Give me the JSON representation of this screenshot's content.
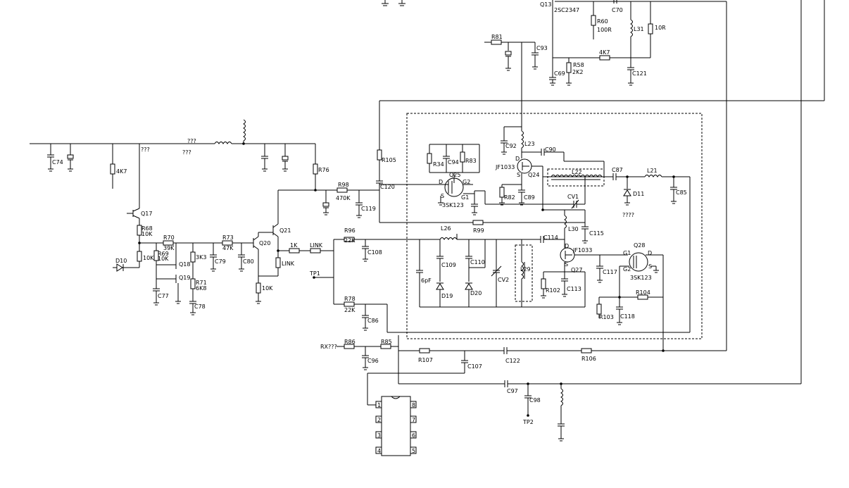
{
  "schematic": {
    "labels": {
      "q13": "Q13",
      "q13_part": "2SC2347",
      "c70": "C70",
      "r60": "R60",
      "r60_val": "100R",
      "l31": "L31",
      "r_10r": "10R",
      "r81": "R81",
      "c93": "C93",
      "c69": "C69",
      "r58": "R58",
      "r58_val": "2K2",
      "r_4k7_top": "4K7",
      "c121": "C121",
      "c74": "C74",
      "r_4k7": "4K7",
      "unk1": "???",
      "unk2": "???",
      "unk3": "???",
      "r76": "R76",
      "r105": "R105",
      "c120": "C120",
      "r98": "R98",
      "r98_val": "470K",
      "c119": "C119",
      "q17": "Q17",
      "r68": "R68",
      "r68_val": "10K",
      "r70": "R70",
      "r70_val": "39K",
      "r69": "R69",
      "r69_val": "10K",
      "r_10k_a": "10K",
      "r_3k3": "3K3",
      "c79": "C79",
      "r73": "R73",
      "r73_val": "47K",
      "c80": "C80",
      "q20": "Q20",
      "q21": "Q21",
      "q18": "Q18",
      "q19": "Q19",
      "r71": "R71",
      "r71_val": "6K8",
      "c77": "C77",
      "c78": "C78",
      "d10": "D10",
      "r_1k": "1K",
      "link1": "LINK",
      "link2": "LINK",
      "r_10k_b": "10K",
      "tp1": "TP1",
      "r96": "R96",
      "r96_val": "22K",
      "c108": "C108",
      "r78": "R78",
      "r78_val": "22K",
      "c86": "C86",
      "rx": "RX???",
      "r86": "R86",
      "r85": "R85",
      "c96": "C96",
      "r107": "R107",
      "c107": "C107",
      "c122": "C122",
      "r106": "R106",
      "c97": "C97",
      "c98": "C98",
      "tp2": "TP2",
      "r34": "R34",
      "c94": "C94",
      "r83": "R83",
      "q25": "Q25",
      "q25_part": "3SK123",
      "g1": "G1",
      "g2": "G2",
      "d": "D",
      "s": "S",
      "c92": "C92",
      "l23": "L23",
      "c90": "C90",
      "jf1033_a": "JF1033",
      "q24": "Q24",
      "l22": "L22",
      "c87": "C87",
      "l21": "L21",
      "r82": "R82",
      "c89": "C89",
      "cv1": "CV1",
      "d11": "D11",
      "unk4": "????",
      "c85": "C85",
      "r99": "R99",
      "l26": "L26",
      "c114": "C114",
      "l30": "L30",
      "c115": "C115",
      "c109": "C109",
      "c110": "C110",
      "cap_6pf": "6pF",
      "cv2": "CV2",
      "l29": "L29",
      "d19": "D19",
      "d20": "D20",
      "r102": "R102",
      "c113": "C113",
      "q27": "Q27",
      "jf1033_b": "JF1033",
      "q28": "Q28",
      "q28_part": "3SK123",
      "c117": "C117",
      "r104": "R104",
      "r103": "R103",
      "c118": "C118",
      "ic_pins": [
        "1",
        "2",
        "3",
        "4",
        "5",
        "6",
        "7",
        "8"
      ]
    }
  }
}
